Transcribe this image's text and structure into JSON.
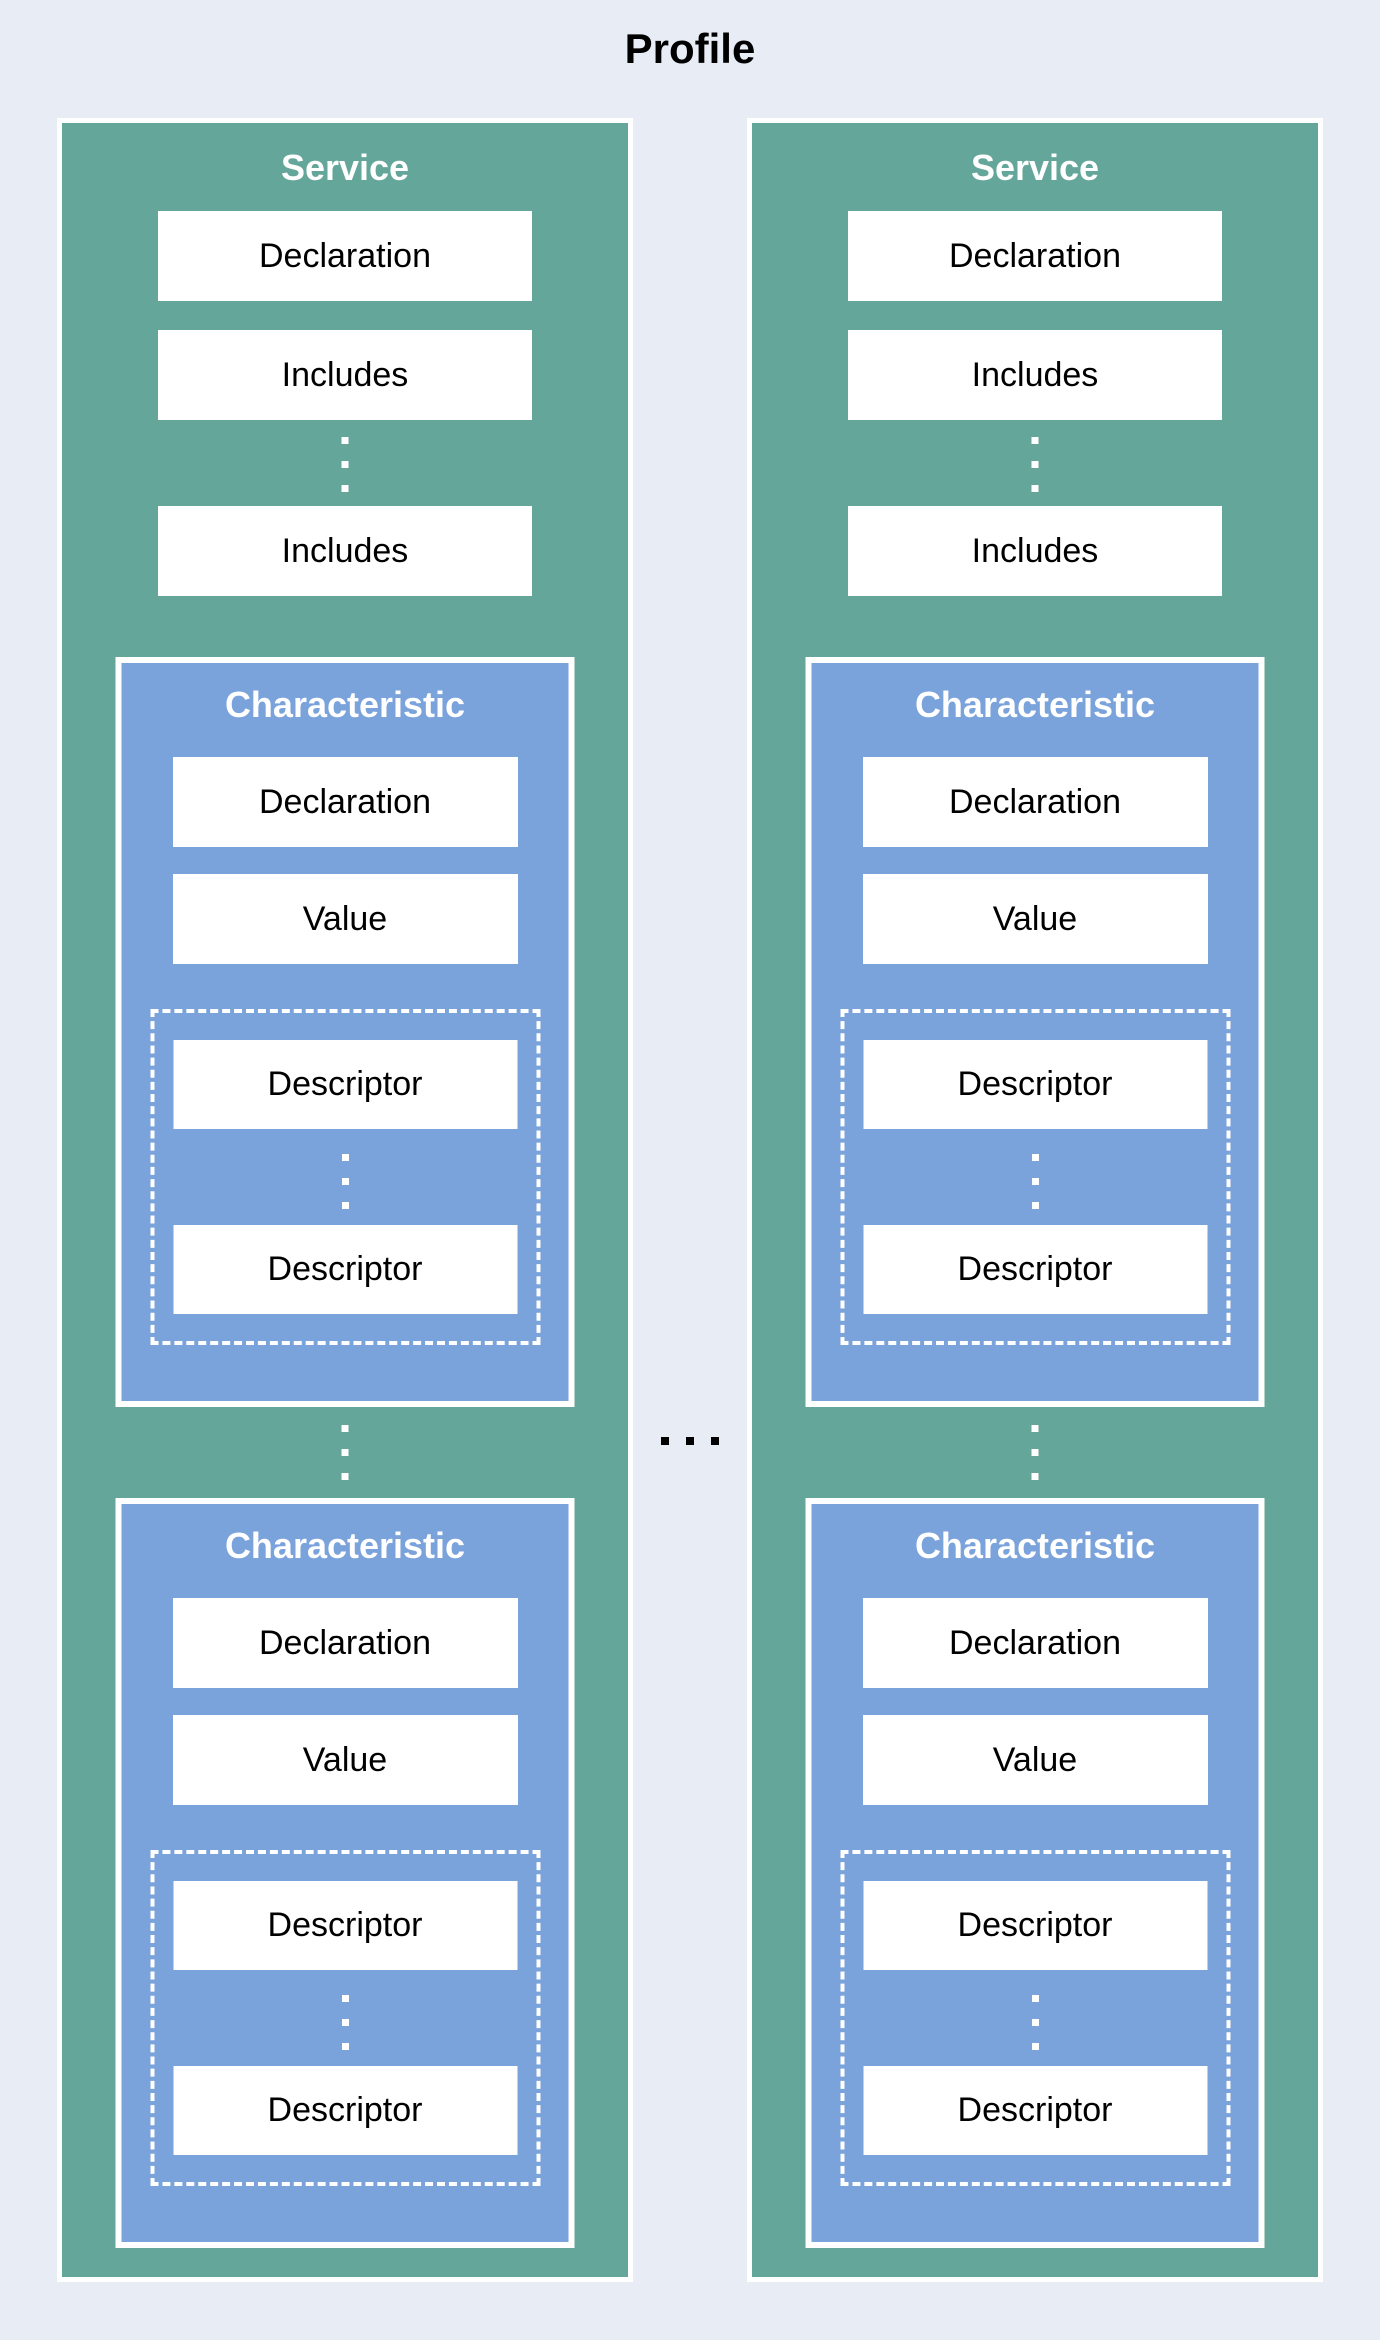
{
  "title": "Profile",
  "colors": {
    "background": "#e8ecf4",
    "service_fill": "#64a79a",
    "characteristic_fill": "#7aa2db",
    "box_fill": "#ffffff",
    "label_text": "#000000",
    "header_text": "#ffffff",
    "title_text": "#000000",
    "ellipsis_dark": "#000000",
    "panel_border": "#ffffff"
  },
  "icons": {
    "vertical_ellipsis": "three stacked square dots",
    "horizontal_ellipsis": "three square dots in a row"
  },
  "services": [
    {
      "title": "Service",
      "declaration_label": "Declaration",
      "includes": [
        "Includes",
        "Includes"
      ],
      "characteristics": [
        {
          "title": "Characteristic",
          "declaration_label": "Declaration",
          "value_label": "Value",
          "descriptors": [
            "Descriptor",
            "Descriptor"
          ]
        },
        {
          "title": "Characteristic",
          "declaration_label": "Declaration",
          "value_label": "Value",
          "descriptors": [
            "Descriptor",
            "Descriptor"
          ]
        }
      ]
    },
    {
      "title": "Service",
      "declaration_label": "Declaration",
      "includes": [
        "Includes",
        "Includes"
      ],
      "characteristics": [
        {
          "title": "Characteristic",
          "declaration_label": "Declaration",
          "value_label": "Value",
          "descriptors": [
            "Descriptor",
            "Descriptor"
          ]
        },
        {
          "title": "Characteristic",
          "declaration_label": "Declaration",
          "value_label": "Value",
          "descriptors": [
            "Descriptor",
            "Descriptor"
          ]
        }
      ]
    }
  ]
}
